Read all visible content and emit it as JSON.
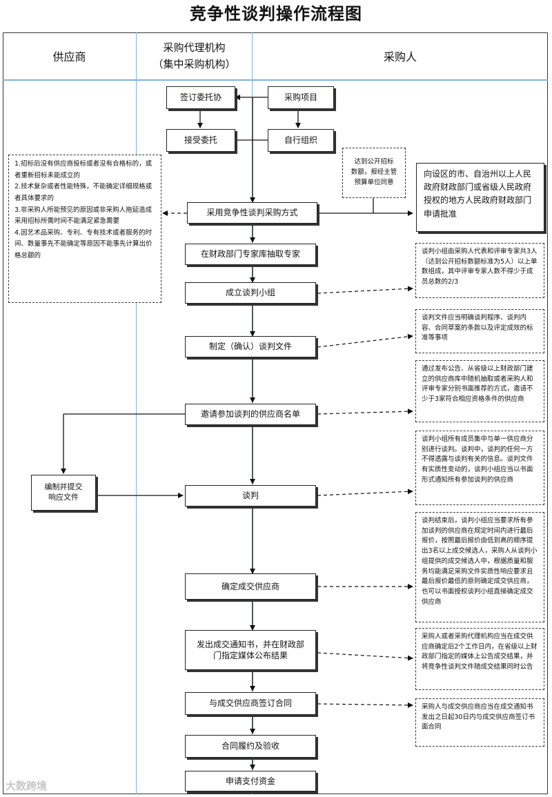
{
  "title": "竞争性谈判操作流程图",
  "lanes": {
    "supplier": "供应商",
    "agency_line1": "采购代理机构",
    "agency_line2": "（集中采购机构）",
    "purchaser": "采购人"
  },
  "nodes": {
    "sign_entrust": "签订委托协",
    "project": "采购项目",
    "accept_entrust": "接受委托",
    "self_org": "自行组织",
    "adopt_method": "采用竞争性谈判采购方式",
    "draw_experts": "在财政部门专家库抽取专家",
    "form_team": "成立谈判小组",
    "make_docs": "制定（确认）谈判文件",
    "invite_list": "邀请参加谈判的供应商名单",
    "negotiate": "谈判",
    "determine_supplier": "确定成交供应商",
    "issue_notice_1": "发出成交通知书，并在财政部",
    "issue_notice_2": "门指定媒体公布结果",
    "sign_contract": "与成交供应商签订合同",
    "perform_accept": "合同履约及验收",
    "apply_payment": "申请支付资金",
    "compile_response_1": "编制并提交",
    "compile_response_2": "响应文件"
  },
  "notes": {
    "conditions": "1.招标后没有供应商投标或者没有合格标的，或者重新招标未能成立的\n2.技术复杂或者性能特殊，不能确定详细规格或者具体要求的\n3.非采购人所能预见的原因或非采购人拖延造成采用招标所需时间不能满足紧急需要\n4.因艺术品采购、专利、专有技术或者服务的时间、数量事先不能确定等原因不能事先计算出价格总额的",
    "threshold": "达到公开招标\n数额，报经主管\n预算单位同意",
    "approval": "向设区的市、自治州以上人民政府财政部门或省级人民政府授权的地方人民政府财政部门申请批准",
    "team_composition": "谈判小组由采购人代表和评审专家共3人（达到公开招标数额标准为5人）以上单数组成，其中评审专家人数不得少于成员总数的2/3",
    "doc_content": "谈判文件应当明确谈判程序、谈判内容、合同草案的条款以及评定成效的标准等事项",
    "invite_method": "通过发布公告、从省级以上财政部门建立的供应商库中随机抽取或者采购人和评审专家分别书面推荐的方式，邀请不少于3家符合相应资格条件的供应商",
    "negotiate_rules": "谈判小组所有成员集中与单一供应商分别进行谈判。谈判中，谈判的任何一方不得透露与谈判有关的信息。谈判文件有实质性变动的，谈判小组应当以书面形式通知所有参加谈判的供应商",
    "determine_rules": "谈判结束后，谈判小组应当要求所有参加谈判的供应商在规定时间内进行最后报价，按照最后报价由低到高的顺序提出3名以上成交候选人，采购人从谈判小组提供的成交候选人中，根据质量和服务均能满足采购文件实质性响应要求且最后报价最低的原则确定成交供应商，也可以书面授权谈判小组直接确定成交供应商",
    "notice_rules": "采购人或者采购代理机构应当在成交供应商确定后2个工作日内，在省级以上财政部门指定的媒体上公告成交结果，并将竞争性谈判文件随成交结果同时公告",
    "contract_rules": "采购人与成交供应商应当在成交通知书发出之日起30日内与成交供应商签订书面合同"
  },
  "watermark": "大数跨境"
}
